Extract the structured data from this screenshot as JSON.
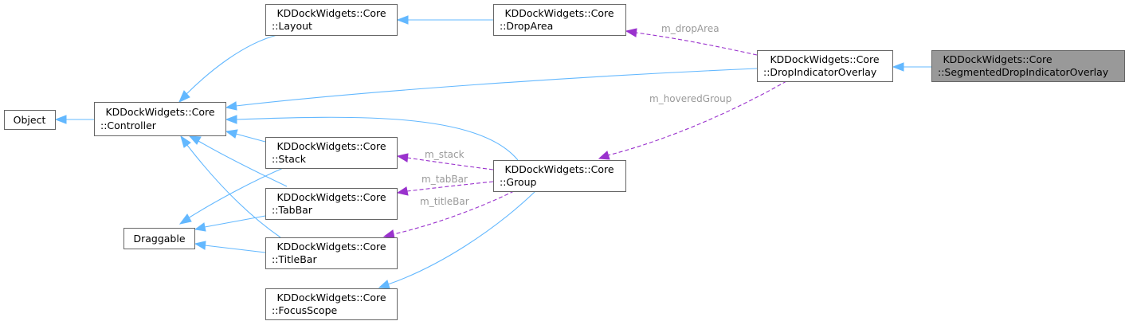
{
  "nodes": [
    {
      "id": "object",
      "lines": [
        "Object"
      ]
    },
    {
      "id": "controller",
      "lines": [
        "KDDockWidgets::Core",
        "::Controller"
      ]
    },
    {
      "id": "layout",
      "lines": [
        "KDDockWidgets::Core",
        "::Layout"
      ]
    },
    {
      "id": "droparea",
      "lines": [
        "KDDockWidgets::Core",
        "::DropArea"
      ]
    },
    {
      "id": "dropindicatoroverlay",
      "lines": [
        "KDDockWidgets::Core",
        "::DropIndicatorOverlay"
      ]
    },
    {
      "id": "segmented",
      "lines": [
        "KDDockWidgets::Core",
        "::SegmentedDropIndicatorOverlay"
      ]
    },
    {
      "id": "stack",
      "lines": [
        "KDDockWidgets::Core",
        "::Stack"
      ]
    },
    {
      "id": "tabbar",
      "lines": [
        "KDDockWidgets::Core",
        "::TabBar"
      ]
    },
    {
      "id": "titlebar",
      "lines": [
        "KDDockWidgets::Core",
        "::TitleBar"
      ]
    },
    {
      "id": "focusscope",
      "lines": [
        "KDDockWidgets::Core",
        "::FocusScope"
      ]
    },
    {
      "id": "group",
      "lines": [
        "KDDockWidgets::Core",
        "::Group"
      ]
    },
    {
      "id": "draggable",
      "lines": [
        "Draggable"
      ]
    }
  ],
  "edges": [
    {
      "id": "controller-object",
      "type": "inheritance",
      "label": ""
    },
    {
      "id": "layout-controller",
      "type": "inheritance",
      "label": ""
    },
    {
      "id": "droparea-layout",
      "type": "inheritance",
      "label": ""
    },
    {
      "id": "dio-controller",
      "type": "inheritance",
      "label": ""
    },
    {
      "id": "segmented-dio",
      "type": "inheritance",
      "label": ""
    },
    {
      "id": "stack-controller",
      "type": "inheritance",
      "label": ""
    },
    {
      "id": "tabbar-controller",
      "type": "inheritance",
      "label": ""
    },
    {
      "id": "titlebar-controller",
      "type": "inheritance",
      "label": ""
    },
    {
      "id": "group-controller",
      "type": "inheritance",
      "label": ""
    },
    {
      "id": "stack-draggable",
      "type": "inheritance",
      "label": ""
    },
    {
      "id": "tabbar-draggable",
      "type": "inheritance",
      "label": ""
    },
    {
      "id": "titlebar-draggable",
      "type": "inheritance",
      "label": ""
    },
    {
      "id": "group-focusscope",
      "type": "inheritance",
      "label": ""
    },
    {
      "id": "dio-droparea",
      "type": "member",
      "label": "m_dropArea"
    },
    {
      "id": "dio-group",
      "type": "member",
      "label": "m_hoveredGroup"
    },
    {
      "id": "group-stack",
      "type": "member",
      "label": "m_stack"
    },
    {
      "id": "group-tabbar",
      "type": "member",
      "label": "m_tabBar"
    },
    {
      "id": "group-titlebar",
      "type": "member",
      "label": "m_titleBar"
    }
  ]
}
